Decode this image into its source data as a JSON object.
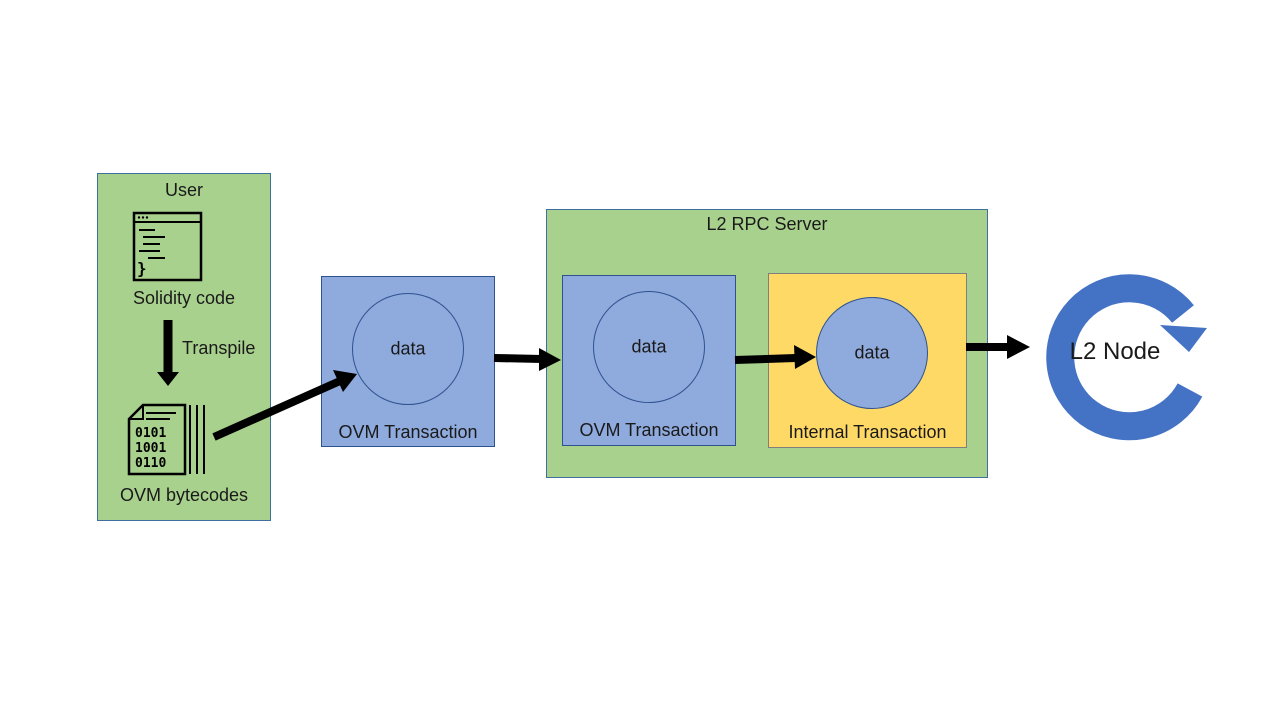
{
  "user": {
    "title": "User",
    "solidity_label": "Solidity code",
    "transpile_label": "Transpile",
    "bytecode_label": "OVM bytecodes",
    "binary_lines": [
      "0101",
      "1001",
      "0110"
    ]
  },
  "ovm_tx": {
    "label": "OVM Transaction",
    "data_label": "data"
  },
  "rpc_server": {
    "title": "L2 RPC Server",
    "ovm_tx_label": "OVM Transaction",
    "ovm_data_label": "data",
    "internal_tx_label": "Internal Transaction",
    "internal_data_label": "data"
  },
  "node": {
    "label": "L2 Node"
  },
  "colors": {
    "green": "#a9d18e",
    "blue": "#8faadc",
    "yellow": "#ffd966",
    "node_blue": "#4472c4",
    "arrow": "#000000"
  },
  "icons": [
    "code-window-icon",
    "binary-file-icon",
    "refresh-cycle-icon"
  ]
}
